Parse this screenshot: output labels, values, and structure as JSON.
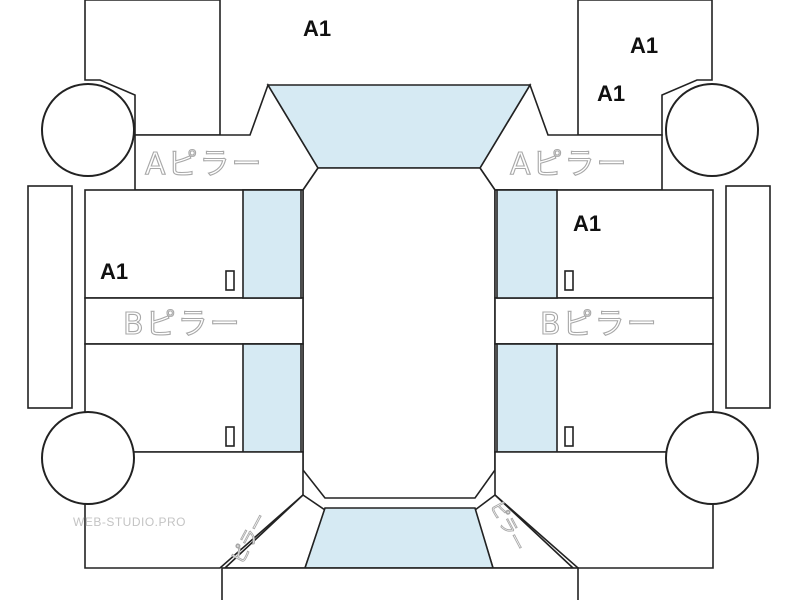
{
  "diagram": {
    "pillars": {
      "a_left": "Aピラー",
      "a_right": "Aピラー",
      "b_left": "Bピラー",
      "b_right": "Bピラー",
      "c_left": "ピラー",
      "c_right": "ピラー"
    },
    "grades": {
      "hood_left": "A1",
      "fender_right_top": "A1",
      "fender_right_bottom": "A1",
      "front_door_left": "A1",
      "front_door_right": "A1"
    },
    "watermark": "WEB-STUDIO.PRO",
    "colors": {
      "glass": "#d6eaf3",
      "outline": "#222222",
      "label_outline": "#a8a8a8"
    }
  }
}
